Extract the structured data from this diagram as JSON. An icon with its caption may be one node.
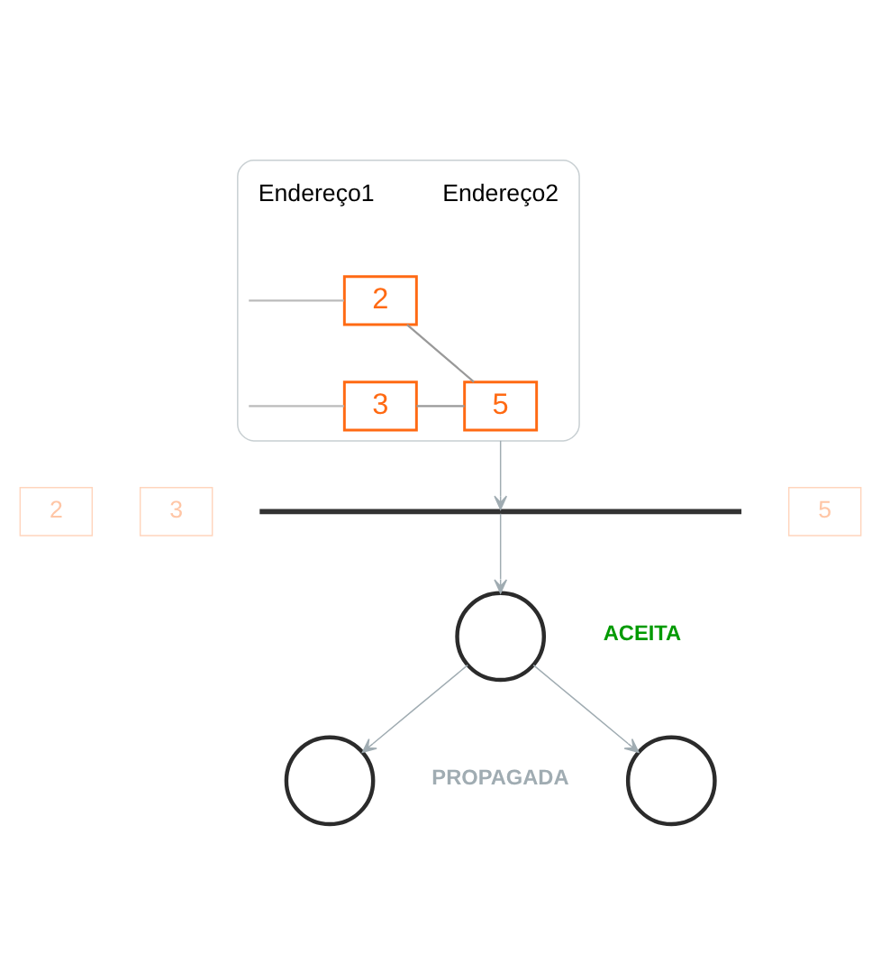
{
  "diagram": {
    "nodes": [
      {
        "text": [],
        "shape": "box"
      },
      {
        "text": [
          "2"
        ],
        "in": 0
      },
      {
        "text": [
          "3"
        ],
        "in": 0
      },
      {
        "text": [
          "5"
        ],
        "in": 0
      },
      {
        "text": [],
        "shape": "bar"
      },
      {
        "text": [],
        "shape": "circle",
        "beside": [
          "ACEITA"
        ]
      },
      {
        "text": [],
        "shape": "circle"
      },
      {
        "text": [],
        "shape": "circle"
      }
    ],
    "edges": [
      {
        "from": 0,
        "to": 1,
        "arrow": "none"
      },
      {
        "from": 0,
        "to": 2,
        "arrow": "none"
      },
      {
        "from": 1,
        "to": 3,
        "arrow": "none"
      },
      {
        "from": 2,
        "to": 3,
        "arrow": "none"
      },
      {
        "from": 0,
        "to": 4,
        "arrow": "to"
      },
      {
        "from": 4,
        "to": 5,
        "arrow": "to"
      },
      {
        "from": 5,
        "to": 6,
        "arrow": "to"
      },
      {
        "from": 5,
        "to": 7,
        "arrow": "to"
      }
    ],
    "labels": [
      "Endereço1",
      "Endereço2",
      "2",
      "3",
      "5",
      "PROPAGADA"
    ]
  }
}
